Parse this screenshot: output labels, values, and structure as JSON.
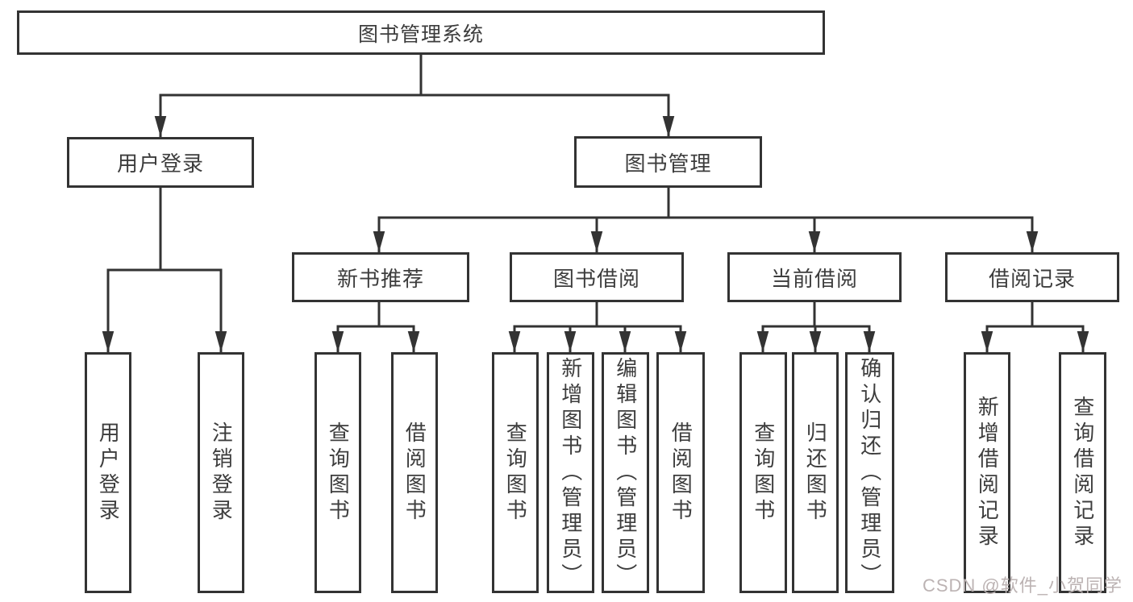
{
  "diagram": {
    "title": "图书管理系统",
    "tree": {
      "root": {
        "label": "图书管理系统"
      },
      "branches": [
        {
          "label": "用户登录",
          "children": [
            {
              "label": "用户登录"
            },
            {
              "label": "注销登录"
            }
          ]
        },
        {
          "label": "图书管理",
          "children": [
            {
              "label": "新书推荐",
              "children": [
                {
                  "label": "查询图书"
                },
                {
                  "label": "借阅图书"
                }
              ]
            },
            {
              "label": "图书借阅",
              "children": [
                {
                  "label": "查询图书"
                },
                {
                  "label": "新增图书（管理员）"
                },
                {
                  "label": "编辑图书（管理员）"
                },
                {
                  "label": "借阅图书"
                }
              ]
            },
            {
              "label": "当前借阅",
              "children": [
                {
                  "label": "查询图书"
                },
                {
                  "label": "归还图书"
                },
                {
                  "label": "确认归还（管理员）"
                }
              ]
            },
            {
              "label": "借阅记录",
              "children": [
                {
                  "label": "新增借阅记录"
                },
                {
                  "label": "查询借阅记录"
                }
              ]
            }
          ]
        }
      ]
    },
    "colors": {
      "line": "#333333",
      "text": "#3d3d3d",
      "background": "#ffffff",
      "watermark": "#bcb3b3"
    }
  },
  "watermark": {
    "text": "CSDN @软件_小贺同学"
  }
}
